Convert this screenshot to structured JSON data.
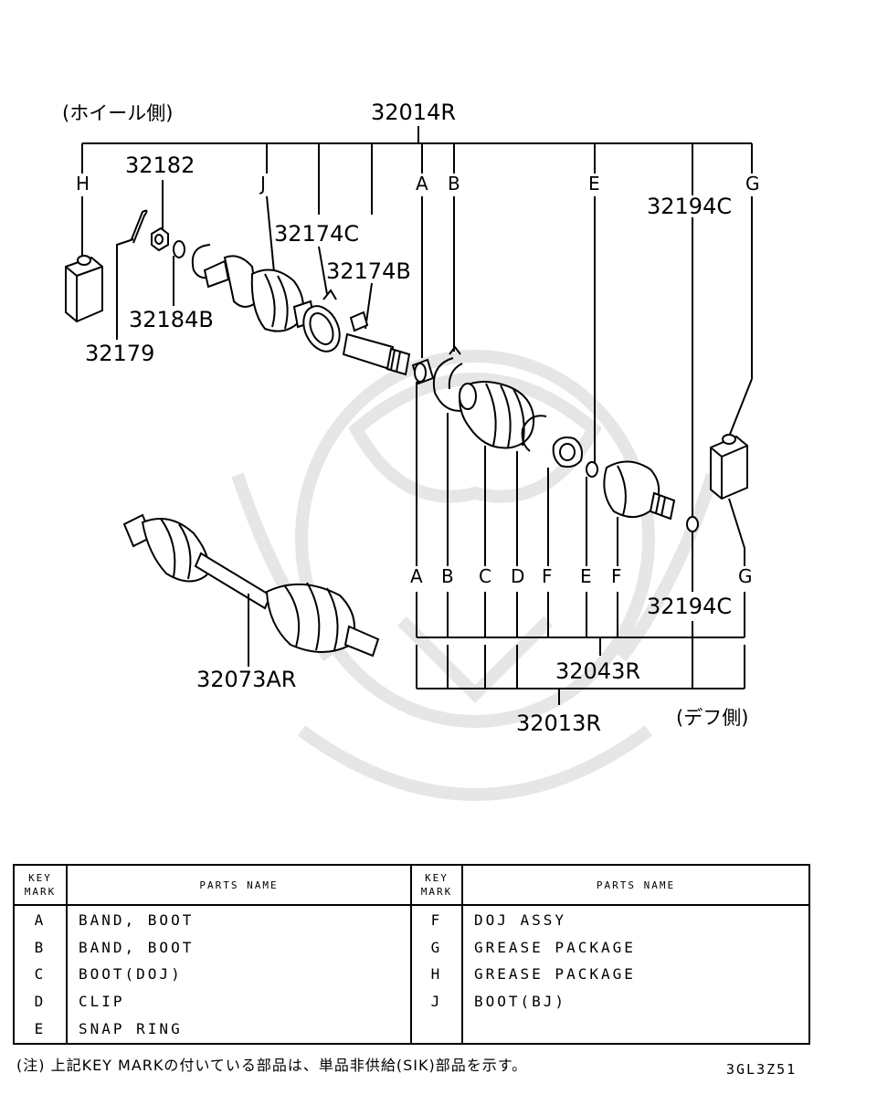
{
  "diagram": {
    "side_wheel": "(ホイール側)",
    "side_diff": "(デフ側)",
    "callouts": {
      "p32014R": "32014R",
      "p32182": "32182",
      "p32174C": "32174C",
      "p32174B": "32174B",
      "p32184B": "32184B",
      "p32179": "32179",
      "p32194C_top": "32194C",
      "p32194C_bottom": "32194C",
      "p32043R": "32043R",
      "p32013R": "32013R",
      "p32073AR": "32073AR"
    },
    "top_keys": [
      "H",
      "J",
      "A",
      "B",
      "E",
      "G"
    ],
    "bottom_keys": [
      "A",
      "B",
      "C",
      "D",
      "F",
      "E",
      "F",
      "G"
    ]
  },
  "table": {
    "header_key_mark": [
      "KEY",
      "MARK"
    ],
    "header_parts_name": "PARTS NAME",
    "left_rows": [
      {
        "mark": "A",
        "name": "BAND, BOOT"
      },
      {
        "mark": "B",
        "name": "BAND, BOOT"
      },
      {
        "mark": "C",
        "name": "BOOT(DOJ)"
      },
      {
        "mark": "D",
        "name": "CLIP"
      },
      {
        "mark": "E",
        "name": "SNAP RING"
      }
    ],
    "right_rows": [
      {
        "mark": "F",
        "name": "DOJ ASSY"
      },
      {
        "mark": "G",
        "name": "GREASE PACKAGE"
      },
      {
        "mark": "H",
        "name": "GREASE PACKAGE"
      },
      {
        "mark": "J",
        "name": "BOOT(BJ)"
      },
      {
        "mark": "",
        "name": ""
      }
    ]
  },
  "footnote": "(注) 上記KEY MARKの付いている部品は、単品非供給(SIK)部品を示す。",
  "diagram_code": "3GL3Z51"
}
